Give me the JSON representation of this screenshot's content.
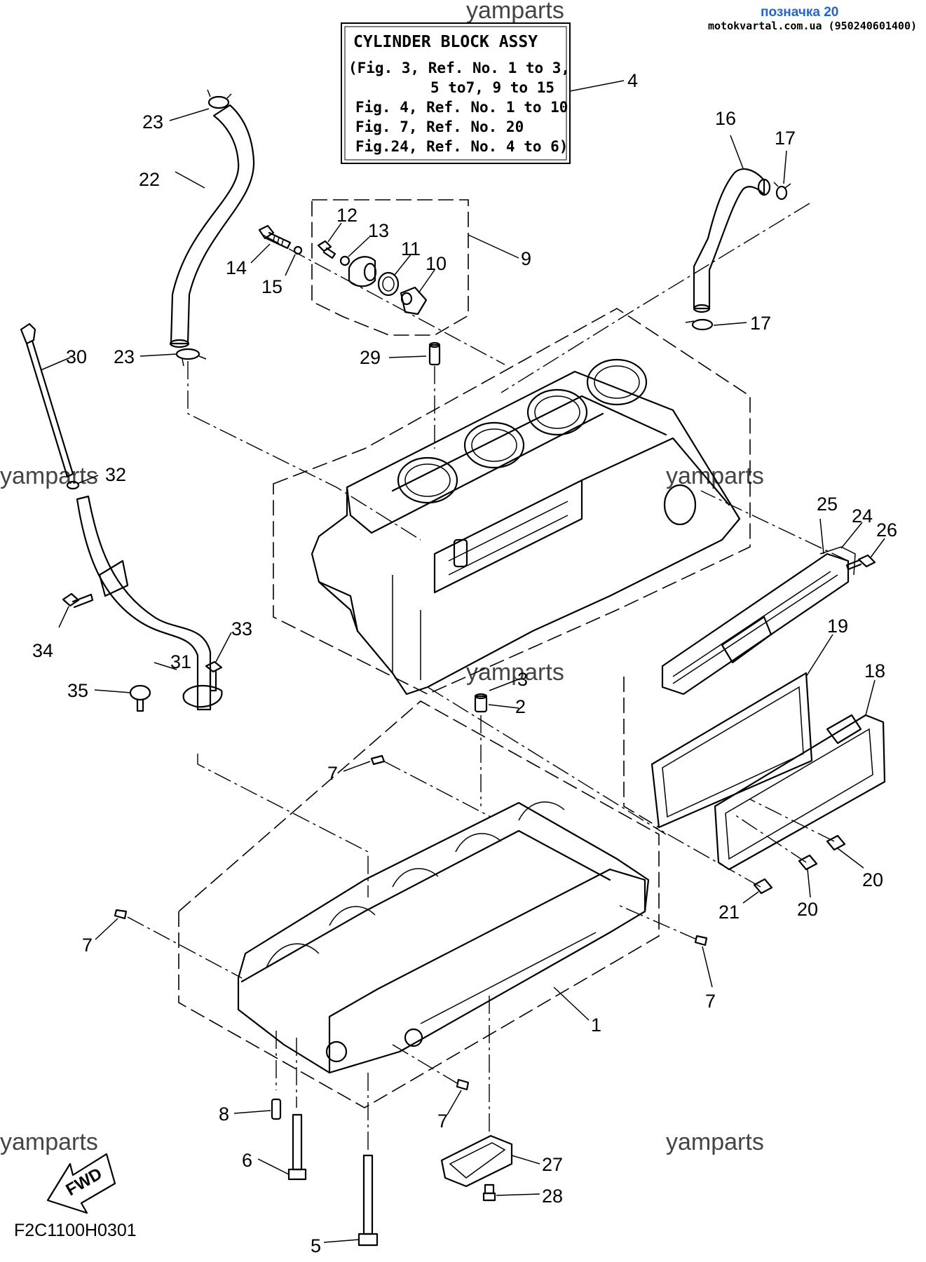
{
  "header": {
    "tag": "позначка 20",
    "site": "motokvartal.com.ua (950240601400)"
  },
  "watermark": "yamparts",
  "assembly_box": {
    "title": "CYLINDER BLOCK ASSY",
    "lines": [
      "(Fig.  3, Ref. No. 1 to 3,",
      "5 to7, 9 to 15",
      "Fig.  4, Ref. No. 1 to 10",
      "Fig.  7, Ref. No. 20",
      "Fig.24, Ref. No. 4 to 6)"
    ]
  },
  "callouts": {
    "c1": "1",
    "c2": "2",
    "c3": "3",
    "c4": "4",
    "c5": "5",
    "c6": "6",
    "c7a": "7",
    "c7b": "7",
    "c7c": "7",
    "c7d": "7",
    "c8": "8",
    "c9": "9",
    "c10": "10",
    "c11": "11",
    "c12": "12",
    "c13": "13",
    "c14": "14",
    "c15": "15",
    "c16": "16",
    "c17a": "17",
    "c17b": "17",
    "c18": "18",
    "c19": "19",
    "c20a": "20",
    "c20b": "20",
    "c21": "21",
    "c22": "22",
    "c23a": "23",
    "c23b": "23",
    "c24": "24",
    "c25": "25",
    "c26": "26",
    "c27": "27",
    "c28": "28",
    "c29": "29",
    "c30": "30",
    "c31": "31",
    "c32": "32",
    "c33": "33",
    "c34": "34",
    "c35": "35"
  },
  "fwd_label": "FWD",
  "figure_code": "F2C1100H0301"
}
